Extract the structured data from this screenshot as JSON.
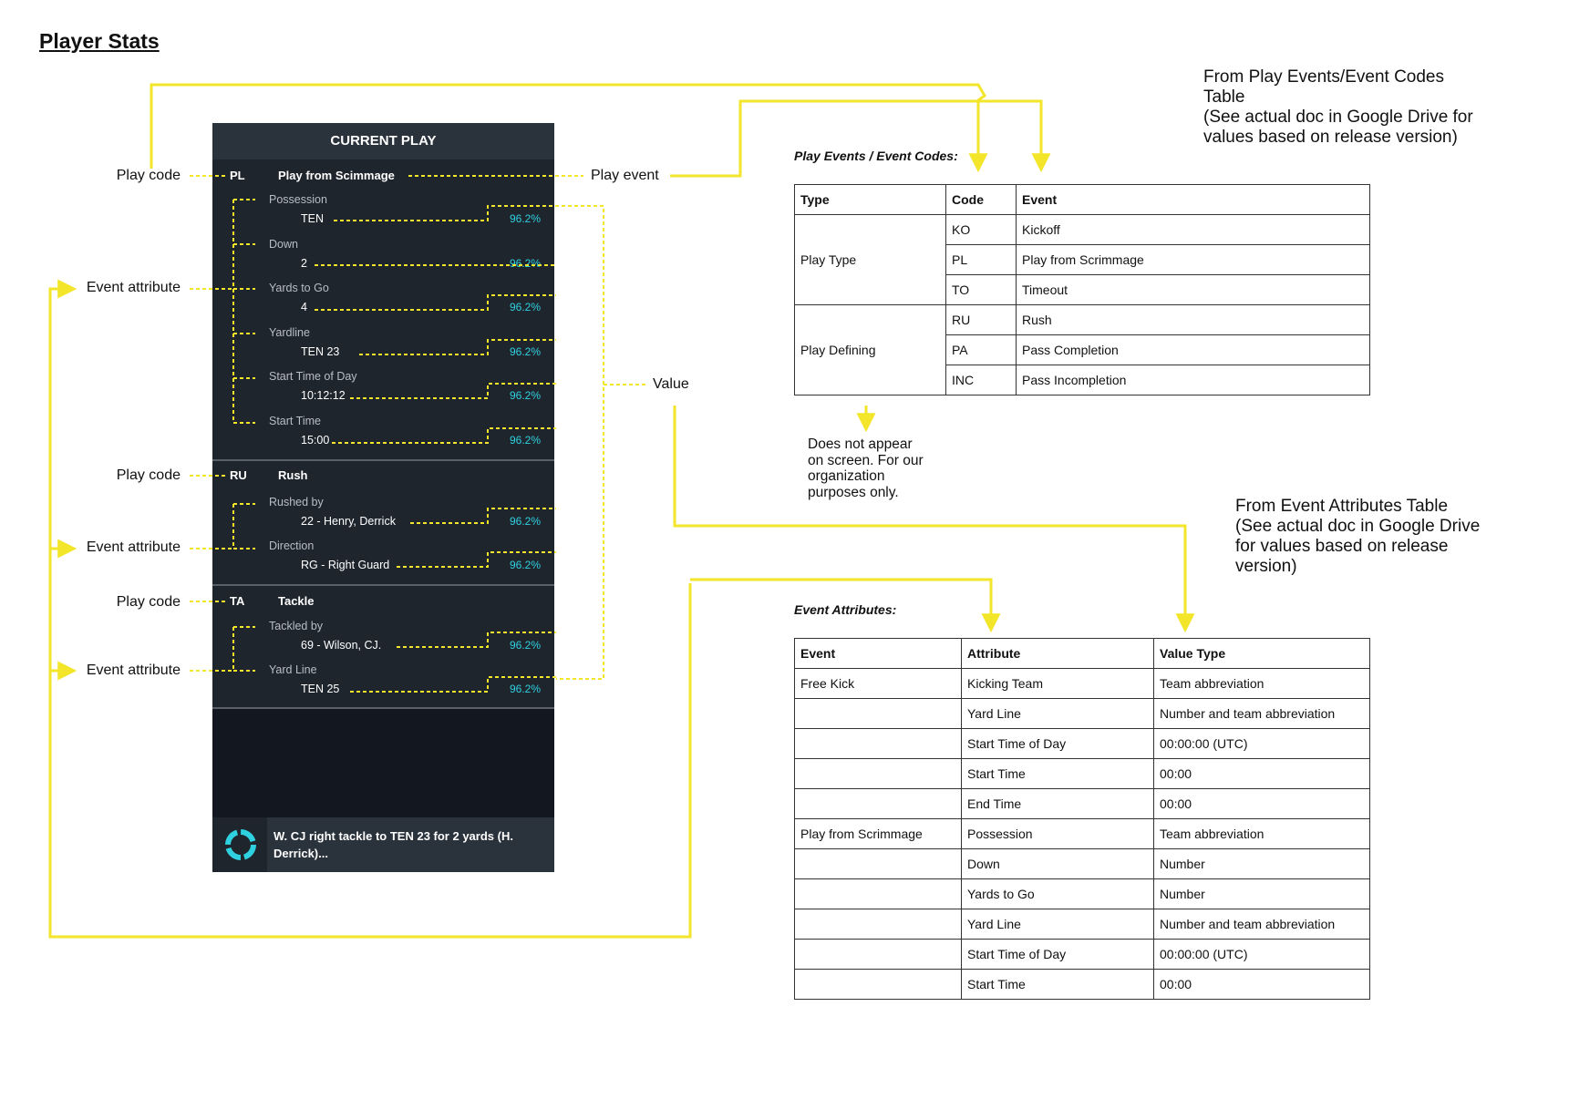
{
  "title": "Player Stats",
  "notes": {
    "play_events_source": "From Play Events/Event Codes\nTable\n(See actual doc in Google Drive for\nvalues based on release version)",
    "event_attributes_source": "From Event Attributes Table\n(See actual doc in Google Drive\nfor values based on release\nversion)",
    "not_on_screen": "Does not appear\non screen. For our\norganization\npurposes only."
  },
  "callouts": {
    "play_code": "Play code",
    "event_attribute": "Event attribute",
    "play_event": "Play event",
    "value": "Value"
  },
  "panel": {
    "header": "CURRENT PLAY",
    "plays": [
      {
        "code": "PL",
        "title": "Play from Scimmage",
        "attributes": [
          {
            "label": "Possession",
            "value": "TEN",
            "pct": "96.2%"
          },
          {
            "label": "Down",
            "value": "2",
            "pct": "96.2%"
          },
          {
            "label": "Yards to Go",
            "value": "4",
            "pct": "96.2%"
          },
          {
            "label": "Yardline",
            "value": "TEN 23",
            "pct": "96.2%"
          },
          {
            "label": "Start Time of Day",
            "value": "10:12:12",
            "pct": "96.2%"
          },
          {
            "label": "Start Time",
            "value": "15:00",
            "pct": "96.2%"
          }
        ]
      },
      {
        "code": "RU",
        "title": "Rush",
        "attributes": [
          {
            "label": "Rushed by",
            "value": "22 - Henry, Derrick",
            "pct": "96.2%"
          },
          {
            "label": "Direction",
            "value": "RG - Right Guard",
            "pct": "96.2%"
          }
        ]
      },
      {
        "code": "TA",
        "title": "Tackle",
        "attributes": [
          {
            "label": "Tackled by",
            "value": "69 - Wilson, CJ.",
            "pct": "96.2%"
          },
          {
            "label": "Yard Line",
            "value": "TEN 25",
            "pct": "96.2%"
          }
        ]
      }
    ],
    "footer_text": "W. CJ right tackle to TEN 23 for 2 yards (H. Derrick)..."
  },
  "event_codes_table": {
    "title": "Play Events / Event Codes:",
    "headers": [
      "Type",
      "Code",
      "Event"
    ],
    "groups": [
      {
        "type": "Play Type",
        "rows": [
          [
            "KO",
            "Kickoff"
          ],
          [
            "PL",
            "Play from Scrimmage"
          ],
          [
            "TO",
            "Timeout"
          ]
        ]
      },
      {
        "type": "Play Defining",
        "rows": [
          [
            "RU",
            "Rush"
          ],
          [
            "PA",
            "Pass Completion"
          ],
          [
            "INC",
            "Pass Incompletion"
          ]
        ]
      }
    ]
  },
  "event_attributes_table": {
    "title": "Event Attributes:",
    "headers": [
      "Event",
      "Attribute",
      "Value Type"
    ],
    "rows": [
      [
        "Free Kick",
        "Kicking Team",
        "Team abbreviation"
      ],
      [
        "",
        "Yard Line",
        "Number and team abbreviation"
      ],
      [
        "",
        "Start Time of Day",
        "00:00:00 (UTC)"
      ],
      [
        "",
        "Start Time",
        "00:00"
      ],
      [
        "",
        "End Time",
        "00:00"
      ],
      [
        "Play from Scrimmage",
        "Possession",
        "Team abbreviation"
      ],
      [
        "",
        "Down",
        "Number"
      ],
      [
        "",
        "Yards to Go",
        "Number"
      ],
      [
        "",
        "Yard Line",
        "Number and team abbreviation"
      ],
      [
        "",
        "Start Time of Day",
        "00:00:00 (UTC)"
      ],
      [
        "",
        "Start Time",
        "00:00"
      ]
    ]
  },
  "colors": {
    "connector": "#f2e52a",
    "panel_bg": "#1f252d",
    "percent": "#2fd1e0"
  }
}
